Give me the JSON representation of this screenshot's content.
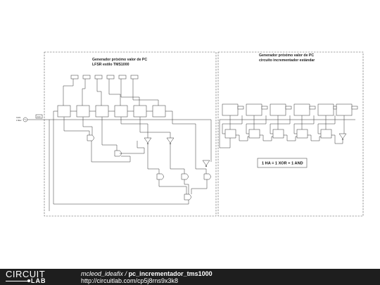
{
  "diagram": {
    "left_panel": {
      "title_line1": "Generador próximo valor de PC",
      "title_line2": "LFSR estilo TMS1000"
    },
    "right_panel": {
      "title_line1": "Generador próximo valor de PC",
      "title_line2": "circuito incrementador estándar",
      "note": "1 HA = 1 XOR + 1 AND"
    },
    "clock_label": "CLK1",
    "clock_sub": "1 MHz",
    "clock_box": "CLK"
  },
  "footer": {
    "logo_top": "CIRCUIT",
    "logo_bottom": "LAB",
    "author": "mcleod_ideafix",
    "separator": " / ",
    "project": "pc_incrementador_tms1000",
    "url": "http://circuitlab.com/cp5j8rns9x3k8"
  }
}
